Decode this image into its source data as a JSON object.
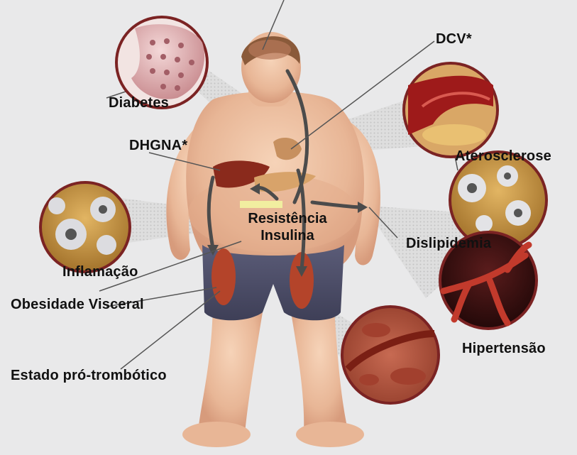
{
  "diagram": {
    "labels": {
      "diabetes": "Diabetes",
      "dcv": "DCV*",
      "dhgna": "DHGNA*",
      "aterosclerose": "Aterosclerose",
      "resistencia_line1": "Resistência",
      "resistencia_line2": "Insulina",
      "dislipidemia": "Dislipidemia",
      "inflamacao": "Inflamação",
      "obesidade_visceral": "Obesidade Visceral",
      "hipertensao": "Hipertensão",
      "estado_pro_trombotico": "Estado pró-trombótico"
    },
    "colors": {
      "background": "#e9e9ea",
      "skin": "#efc3a3",
      "shorts": "#4e4f6c",
      "muscle": "#b4442a",
      "liver": "#8a2a1c",
      "heart": "#c7905f",
      "pancreas": "#d8a36a",
      "fat": "#c8923c",
      "vessel": "#9e1a1a",
      "highlight": "#f1eea0"
    }
  }
}
